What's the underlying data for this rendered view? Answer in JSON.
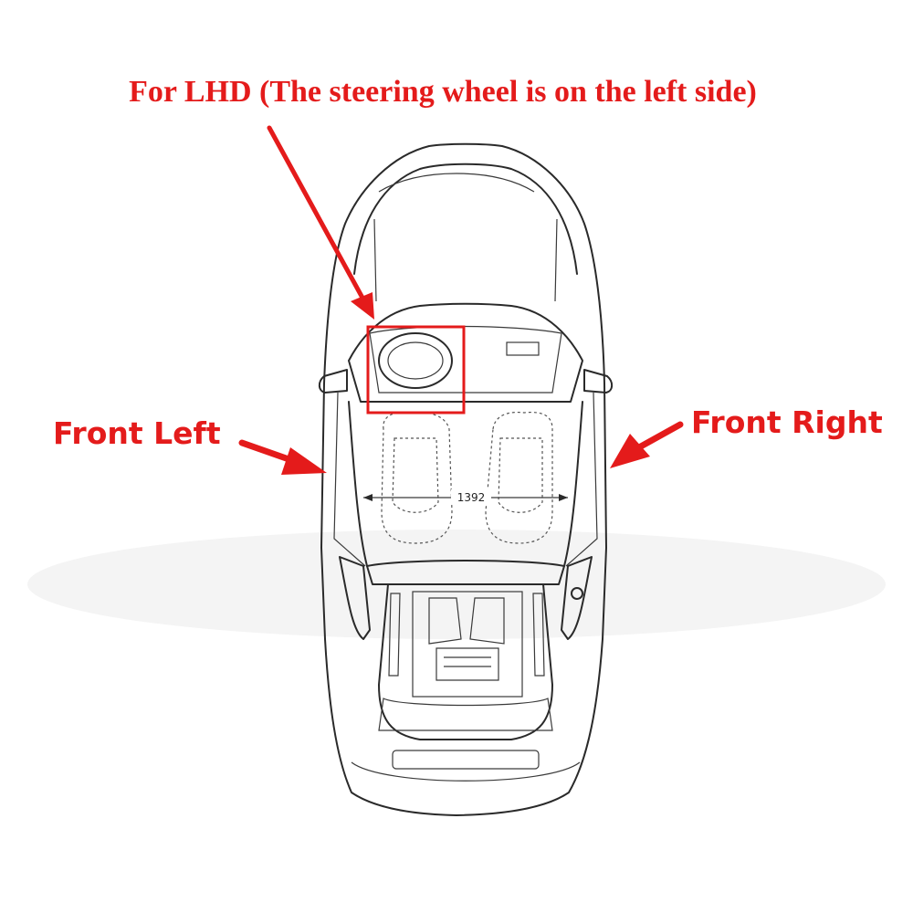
{
  "annotations": {
    "title": "For LHD (The steering wheel is on the left side)",
    "front_left": "Front Left",
    "front_right": "Front Right",
    "dimension": "1392"
  },
  "colors": {
    "accent": "#e41b1b",
    "line": "#2a2a2a",
    "background": "#ffffff"
  }
}
